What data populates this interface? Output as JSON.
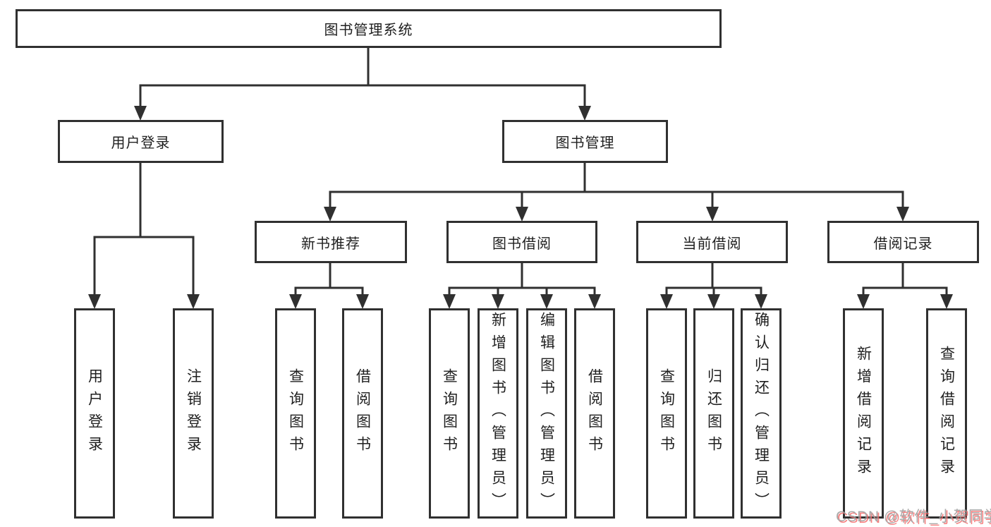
{
  "tree": {
    "label": "图书管理系统",
    "children": [
      {
        "label": "用户登录",
        "children": [
          {
            "label": "用户登录"
          },
          {
            "label": "注销登录"
          }
        ]
      },
      {
        "label": "图书管理",
        "children": [
          {
            "label": "新书推荐",
            "children": [
              {
                "label": "查询图书"
              },
              {
                "label": "借阅图书"
              }
            ]
          },
          {
            "label": "图书借阅",
            "children": [
              {
                "label": "查询图书"
              },
              {
                "label": "新增图书（管理员）"
              },
              {
                "label": "编辑图书（管理员）"
              },
              {
                "label": "借阅图书"
              }
            ]
          },
          {
            "label": "当前借阅",
            "children": [
              {
                "label": "查询图书"
              },
              {
                "label": "归还图书"
              },
              {
                "label": "确认归还（管理员）"
              }
            ]
          },
          {
            "label": "借阅记录",
            "children": [
              {
                "label": "新增借阅记录"
              },
              {
                "label": "查询借阅记录"
              }
            ]
          }
        ]
      }
    ]
  },
  "watermark": {
    "text": "CSDN @软件_小贺同学"
  },
  "colors": {
    "line": "#303030",
    "box_border": "#303030",
    "text": "#1f1f1f",
    "background": "#ffffff",
    "watermark_text": "#9c9c9c",
    "watermark_shadow": "#f56c6c"
  }
}
